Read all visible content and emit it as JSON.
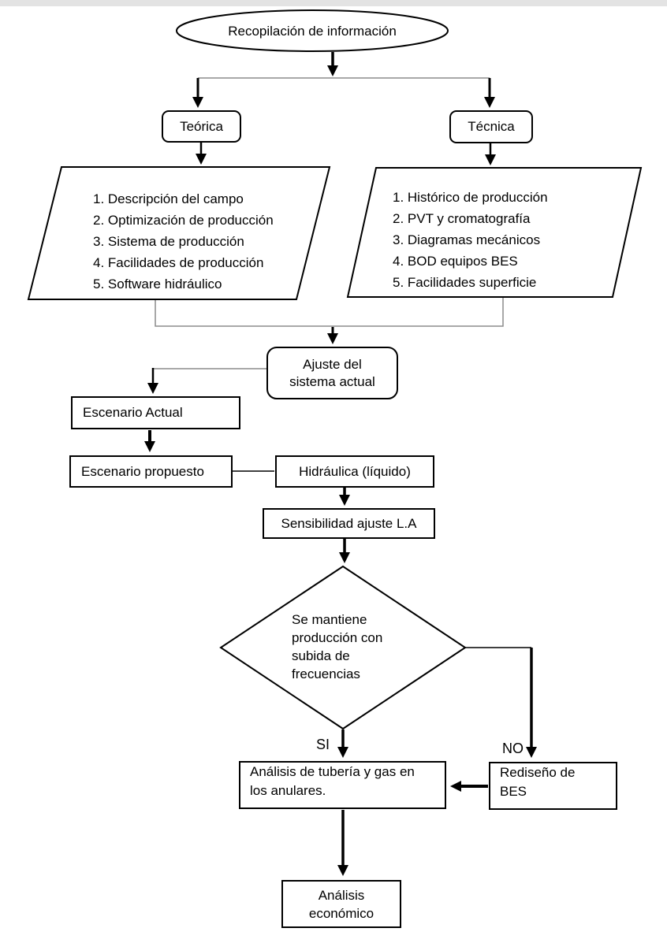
{
  "colors": {
    "top_bar": "#e3e3e3",
    "shape_stroke": "#000000",
    "connector_gray": "#8c8c8c",
    "background": "#ffffff"
  },
  "flowchart": {
    "nodes": {
      "start": {
        "shape": "ellipse",
        "label": "Recopilación de información"
      },
      "teorica": {
        "shape": "rounded-rect",
        "label": "Teórica"
      },
      "tecnica": {
        "shape": "rounded-rect",
        "label": "Técnica"
      },
      "lista_teorica": {
        "shape": "parallelogram",
        "items": [
          "1. Descripción del campo",
          "2. Optimización de producción",
          "3. Sistema de producción",
          "4. Facilidades de producción",
          "5. Software hidráulico"
        ]
      },
      "lista_tecnica": {
        "shape": "parallelogram",
        "items": [
          "1. Histórico de producción",
          "2. PVT y cromatografía",
          "3. Diagramas mecánicos",
          "4. BOD equipos BES",
          "5. Facilidades superficie"
        ]
      },
      "ajuste": {
        "shape": "rounded-rect",
        "lines": [
          "Ajuste del",
          "sistema actual"
        ]
      },
      "escenario_actual": {
        "shape": "rect",
        "label": "Escenario Actual"
      },
      "escenario_propuesto": {
        "shape": "rect",
        "label": "Escenario propuesto"
      },
      "hidraulica": {
        "shape": "rect",
        "label": "Hidráulica (líquido)"
      },
      "sensibilidad": {
        "shape": "rect",
        "label": "Sensibilidad ajuste L.A"
      },
      "decision": {
        "shape": "diamond",
        "lines": [
          "Se mantiene",
          "producción con",
          "subida de",
          "frecuencias"
        ]
      },
      "analisis_tuberia": {
        "shape": "rect",
        "lines": [
          "Análisis de tubería y gas en",
          "los anulares."
        ]
      },
      "rediseno": {
        "shape": "rect",
        "lines": [
          "Rediseño de",
          "BES"
        ]
      },
      "analisis_economico": {
        "shape": "rect",
        "lines": [
          "Análisis",
          "económico"
        ]
      }
    },
    "edge_labels": {
      "yes": "SI",
      "no": "NO"
    }
  }
}
